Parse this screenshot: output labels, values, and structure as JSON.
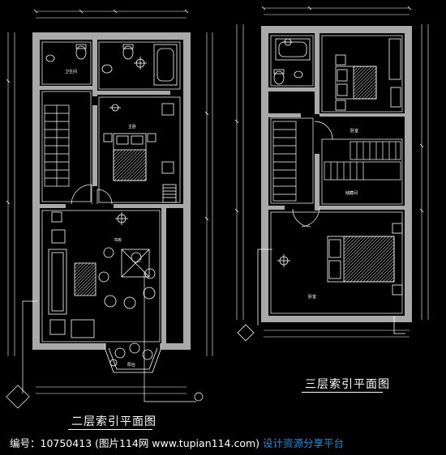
{
  "plan_second_floor": {
    "title": "二层索引平面图",
    "rooms": [
      "卫生间",
      "主卧",
      "书房",
      "阳台"
    ]
  },
  "plan_third_floor": {
    "title": "三层索引平面图",
    "rooms": [
      "卧室",
      "储藏间",
      "卧室"
    ]
  },
  "footer": {
    "text": "编号：10750413 (图片114网 www.tupian114.com)",
    "brand": "设计资源分享平台"
  },
  "colors": {
    "background": "#000000",
    "lines": "#ffffff",
    "walls": "#a9a9a9",
    "brand_text": "#1e8fe0"
  }
}
